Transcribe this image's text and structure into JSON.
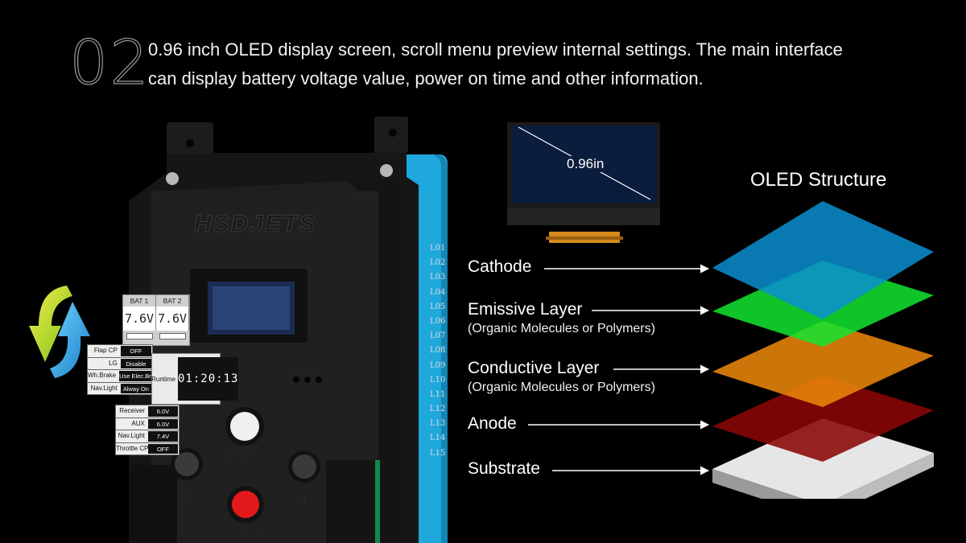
{
  "header": {
    "step_number": "02",
    "line1": "0.96 inch OLED display screen, scroll menu preview internal settings. The main interface",
    "line2": "can display battery voltage value, power on time and other information."
  },
  "device": {
    "brand": "HSDJETS",
    "setup_label": "SETUP",
    "menu_label": "MANU",
    "minus_label": "−",
    "plus_label": "+",
    "side_labels": [
      "L01",
      "L02",
      "L03",
      "L04",
      "L05",
      "L06",
      "L07",
      "L08",
      "L09",
      "L10",
      "L11",
      "L12",
      "L13",
      "L14",
      "L15"
    ],
    "colors": {
      "accent": "#1ea8dc",
      "body": "#121212",
      "setup_button": "#f0f0f0",
      "menu_button": "#e3191b"
    }
  },
  "battery_panel": {
    "bat1_label": "BAT 1",
    "bat2_label": "BAT 2",
    "bat1_value": "7.6V",
    "bat2_value": "7.6V"
  },
  "settings_menu": [
    {
      "key": "Flap CP",
      "value": "OFF"
    },
    {
      "key": "LG",
      "value": "Disable"
    },
    {
      "key": "Wh.Brake",
      "value": "Use Elec.Brake"
    },
    {
      "key": "Nav.Light",
      "value": "Alway On"
    }
  ],
  "runtime_panel": {
    "label": "Runtime",
    "value": "01:20:13"
  },
  "status_menu": [
    {
      "key": "Receiver",
      "value": "6.0V"
    },
    {
      "key": "AUX",
      "value": "6.0V"
    },
    {
      "key": "Nav.Light",
      "value": "7.4V"
    },
    {
      "key": "Throttle CP",
      "value": "OFF"
    }
  ],
  "scroll_icon": "refresh-arrows-icon",
  "oled_module": {
    "size_label": "0.96in"
  },
  "oled_structure": {
    "title": "OLED Structure",
    "layers": [
      {
        "label": "Cathode",
        "sub": "",
        "color": "#0a8fd0"
      },
      {
        "label": "Emissive Layer",
        "sub": "(Organic Molecules or Polymers)",
        "color": "#10e630"
      },
      {
        "label": "Conductive Layer",
        "sub": "(Organic Molecules or Polymers)",
        "color": "#f08a0a"
      },
      {
        "label": "Anode",
        "sub": "",
        "color": "#8a0606"
      },
      {
        "label": "Substrate",
        "sub": "",
        "color": "#d9d9d9"
      }
    ]
  }
}
